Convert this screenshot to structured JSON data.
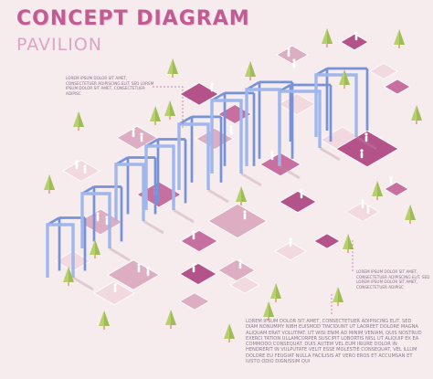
{
  "title": "CONCEPT DIAGRAM",
  "subtitle": "PAVILION",
  "notes": {
    "left": "LOREM IPSUM DOLOR SIT AMET, CONSECTETUER ADIPISCING ELIT. SED LOREM IPSUM DOLOR SIT AMET, CONSECTETUER ADIPISC",
    "right": "LOREM IPSUM DOLOR SIT AMET, CONSECTETUER ADIPISCING ELIT. SED LOREM IPSUM DOLOR SIT AMET, CONSECTETUER ADIPISC",
    "bottom": "LOREM IPSUM DOLOR SIT AMET, CONSECTETUER ADIPISCING ELIT. SED DIAM NONUMMY NIBH EUISMOD TINCIDUNT UT LAOREET DOLORE MAGNA ALIQUAM ERAT VOLUTPAT. UT WISI ENIM AD MINIM VENIAM, QUIS NOSTRUD EXERCI TATION ULLAMCORPER SUSCIPIT LOBORTIS NISL UT ALIQUIP EX EA COMMODO CONSEQUAT. DUIS AUTEM VEL EUM IRIURE DOLOR IN HENDRERIT IN VULPUTATE VELIT ESSE MOLESTIE CONSEQUAT, VEL ILLUM DOLORE EU FEUGIAT NULLA FACILISIS AT VERO EROS ET ACCUMSAN ET IUSTO ODIO DIGNISSIM QUI"
  },
  "colors": {
    "background": "#f6ecee",
    "magenta_tile": "#c56a9b",
    "deep_magenta_tile": "#b14b85",
    "rose_tile": "#dcaac0",
    "light_tile": "#f1d9df",
    "frame_front": "#9fb7ec",
    "frame_side": "#7892d8",
    "tree_green": "#b6d06e",
    "trunk": "#e6b08e",
    "leader_line": "#c05c93"
  },
  "icons": {
    "trees": "tree-icon",
    "people": "person-icon",
    "frames": "pavilion-frame"
  }
}
